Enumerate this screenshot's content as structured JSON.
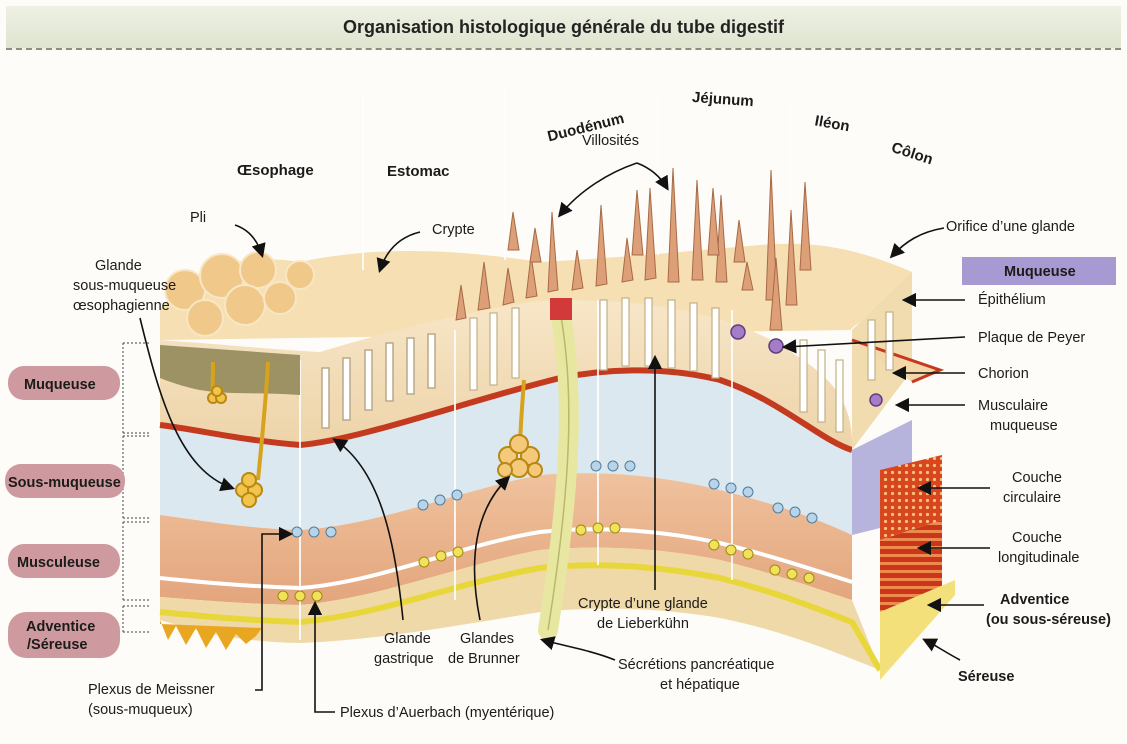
{
  "title": "Organisation histologique générale du tube digestif",
  "segments": {
    "oesophage": "Œsophage",
    "estomac": "Estomac",
    "duodenum": "Duodénum",
    "jejunum": "Jéjunum",
    "ileon": "Iléon",
    "colon": "Côlon"
  },
  "left_layers": {
    "muqueuse": "Muqueuse",
    "sous_muqueuse": "Sous-muqueuse",
    "musculeuse": "Musculeuse",
    "adventice_1": "Adventice",
    "adventice_2": "/Séreuse"
  },
  "labels": {
    "villosites": "Villosités",
    "pli": "Pli",
    "crypte": "Crypte",
    "glande_l1": "Glande",
    "glande_l2": "sous-muqueuse",
    "glande_l3": "œsophagienne",
    "orifice": "Orifice d’une glande",
    "muqueuse_right": "Muqueuse",
    "epithelium": "Épithélium",
    "plaque": "Plaque de Peyer",
    "chorion": "Chorion",
    "musc_muq_1": "Musculaire",
    "musc_muq_2": "muqueuse",
    "couche_circ_1": "Couche",
    "couche_circ_2": "circulaire",
    "couche_long_1": "Couche",
    "couche_long_2": "longitudinale",
    "adventice_r1": "Adventice",
    "adventice_r2": "(ou sous-séreuse)",
    "sereuse": "Séreuse",
    "crypte_lieb_1": "Crypte d’une glande",
    "crypte_lieb_2": "de Lieberkühn",
    "glande_gastrique_1": "Glande",
    "glande_gastrique_2": "gastrique",
    "brunner_1": "Glandes",
    "brunner_2": "de Brunner",
    "secretions_1": "Sécrétions pancréatique",
    "secretions_2": "et hépatique",
    "meissner_1": "Plexus de Meissner",
    "meissner_2": "(sous-muqueux)",
    "auerbach": "Plexus d’Auerbach (myentérique)"
  },
  "colors": {
    "muqueuse_badge": "#cf9a9f",
    "muqueuse_right_badge": "#a79ad2",
    "submucosa": "#d8e6ef",
    "muscle": "#e8b48f",
    "red_line": "#c43a1e",
    "yellow_line": "#e8d73a"
  }
}
